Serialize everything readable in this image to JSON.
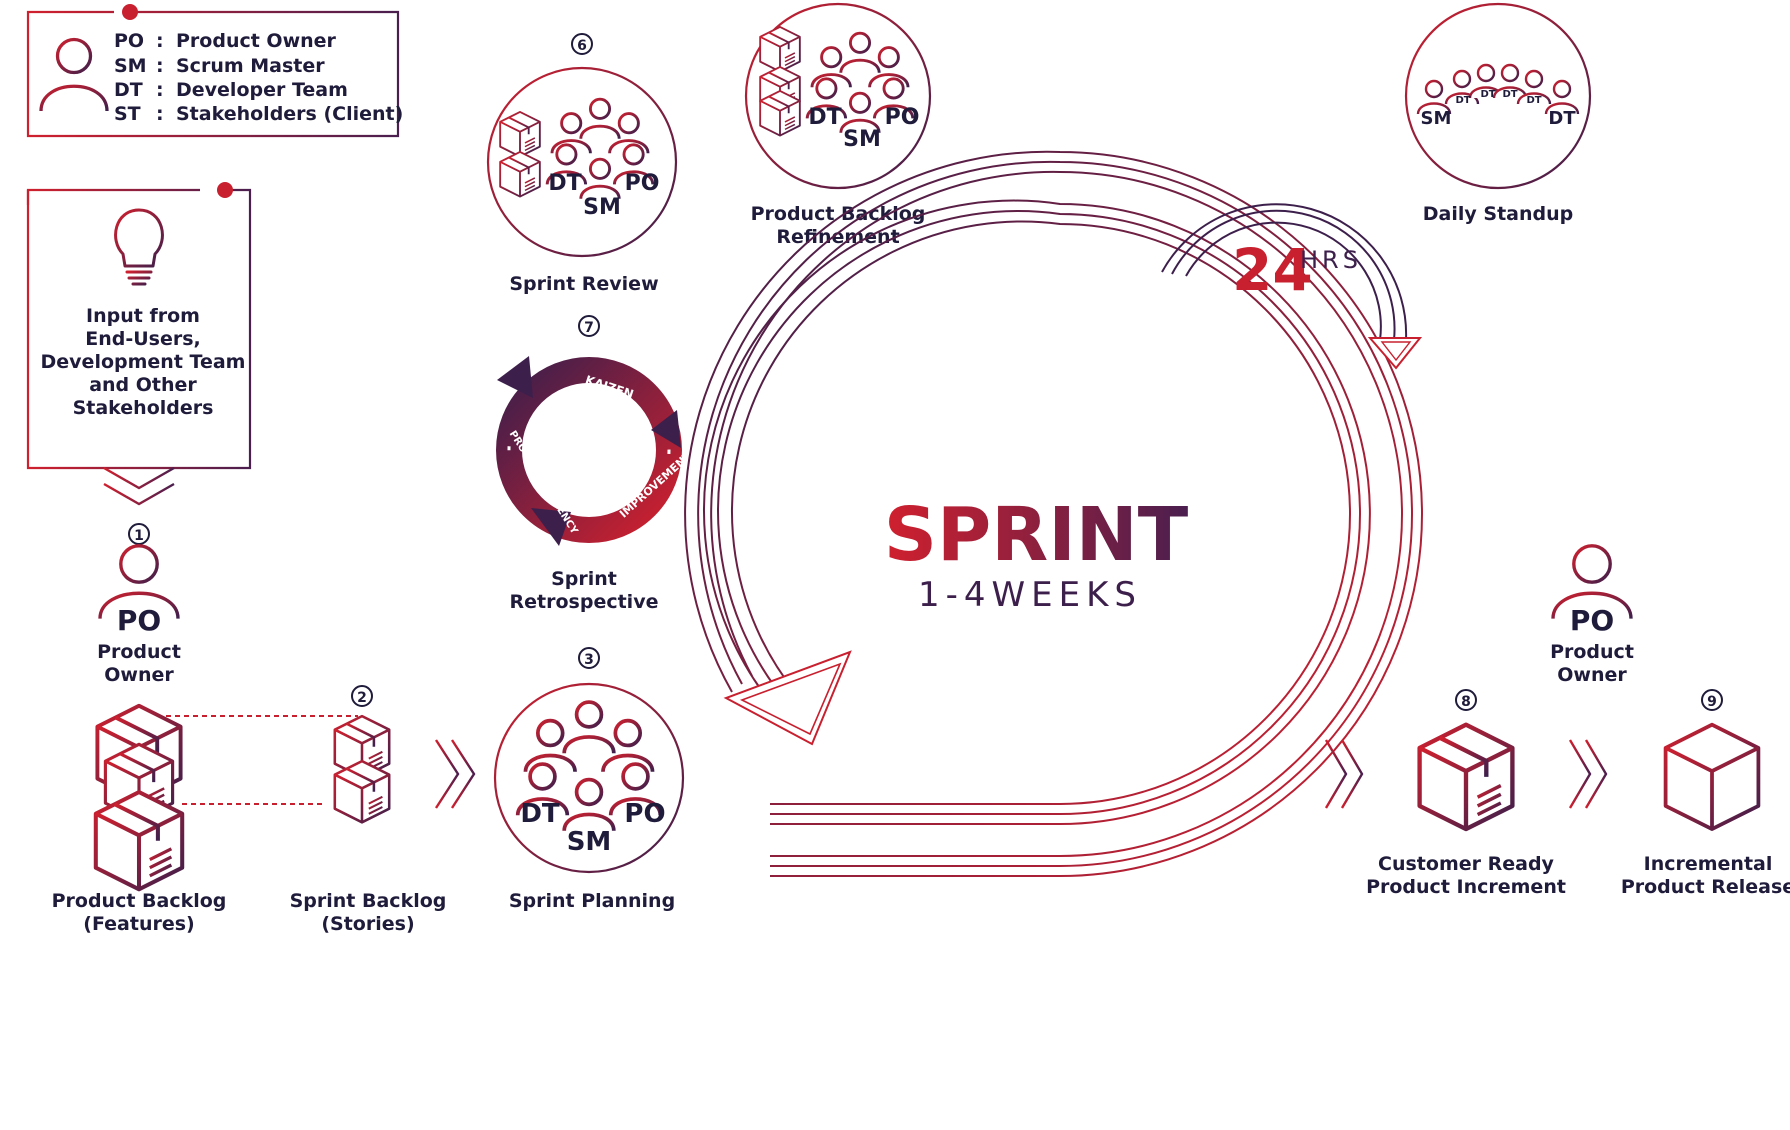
{
  "legend": {
    "rows": [
      {
        "abbr": "PO",
        "sep": ":",
        "full": "Product Owner"
      },
      {
        "abbr": "SM",
        "sep": ":",
        "full": "Scrum Master"
      },
      {
        "abbr": "DT",
        "sep": ":",
        "full": "Developer Team"
      },
      {
        "abbr": "ST",
        "sep": ":",
        "full": "Stakeholders (Client)"
      }
    ]
  },
  "input_box": {
    "lines": [
      "Input from",
      "End-Users,",
      "Development Team",
      "and Other",
      "Stakeholders"
    ]
  },
  "roles": {
    "po": "PO",
    "sm": "SM",
    "dt": "DT"
  },
  "steps": {
    "s1": {
      "num": "1",
      "lines": [
        "Product",
        "Owner"
      ]
    },
    "s2": {
      "num": "2",
      "lines": [
        "Sprint Backlog",
        "(Stories)"
      ]
    },
    "s3": {
      "num": "3",
      "lines": [
        "Sprint Planning"
      ]
    },
    "s6": {
      "num": "6",
      "lines": [
        "Sprint Review"
      ]
    },
    "s7": {
      "num": "7",
      "lines": [
        "Sprint",
        "Retrospective"
      ]
    },
    "s8": {
      "num": "8",
      "lines": [
        "Customer Ready",
        "Product Increment"
      ]
    },
    "s9": {
      "num": "9",
      "lines": [
        "Incremental",
        "Product Release"
      ]
    }
  },
  "product_backlog": {
    "lines": [
      "Product Backlog",
      "(Features)"
    ]
  },
  "refinement": {
    "lines": [
      "Product Backlog",
      "Refinement"
    ]
  },
  "standup": {
    "lines": [
      "Daily Standup"
    ]
  },
  "po_right": {
    "lines": [
      "Product",
      "Owner"
    ]
  },
  "retro_cycle": {
    "kaizen": "KAIZEN",
    "improvements": "IMPROVEMENTS",
    "process": "PROCESS EFFECENCY"
  },
  "sprint": {
    "title": "SPRINT",
    "duration": "1-4WEEKS"
  },
  "daily": {
    "number": "24",
    "unit": "HRS"
  },
  "colors": {
    "red": "#c8202f",
    "purple": "#3d1f4c",
    "navy": "#1f1b3a"
  }
}
